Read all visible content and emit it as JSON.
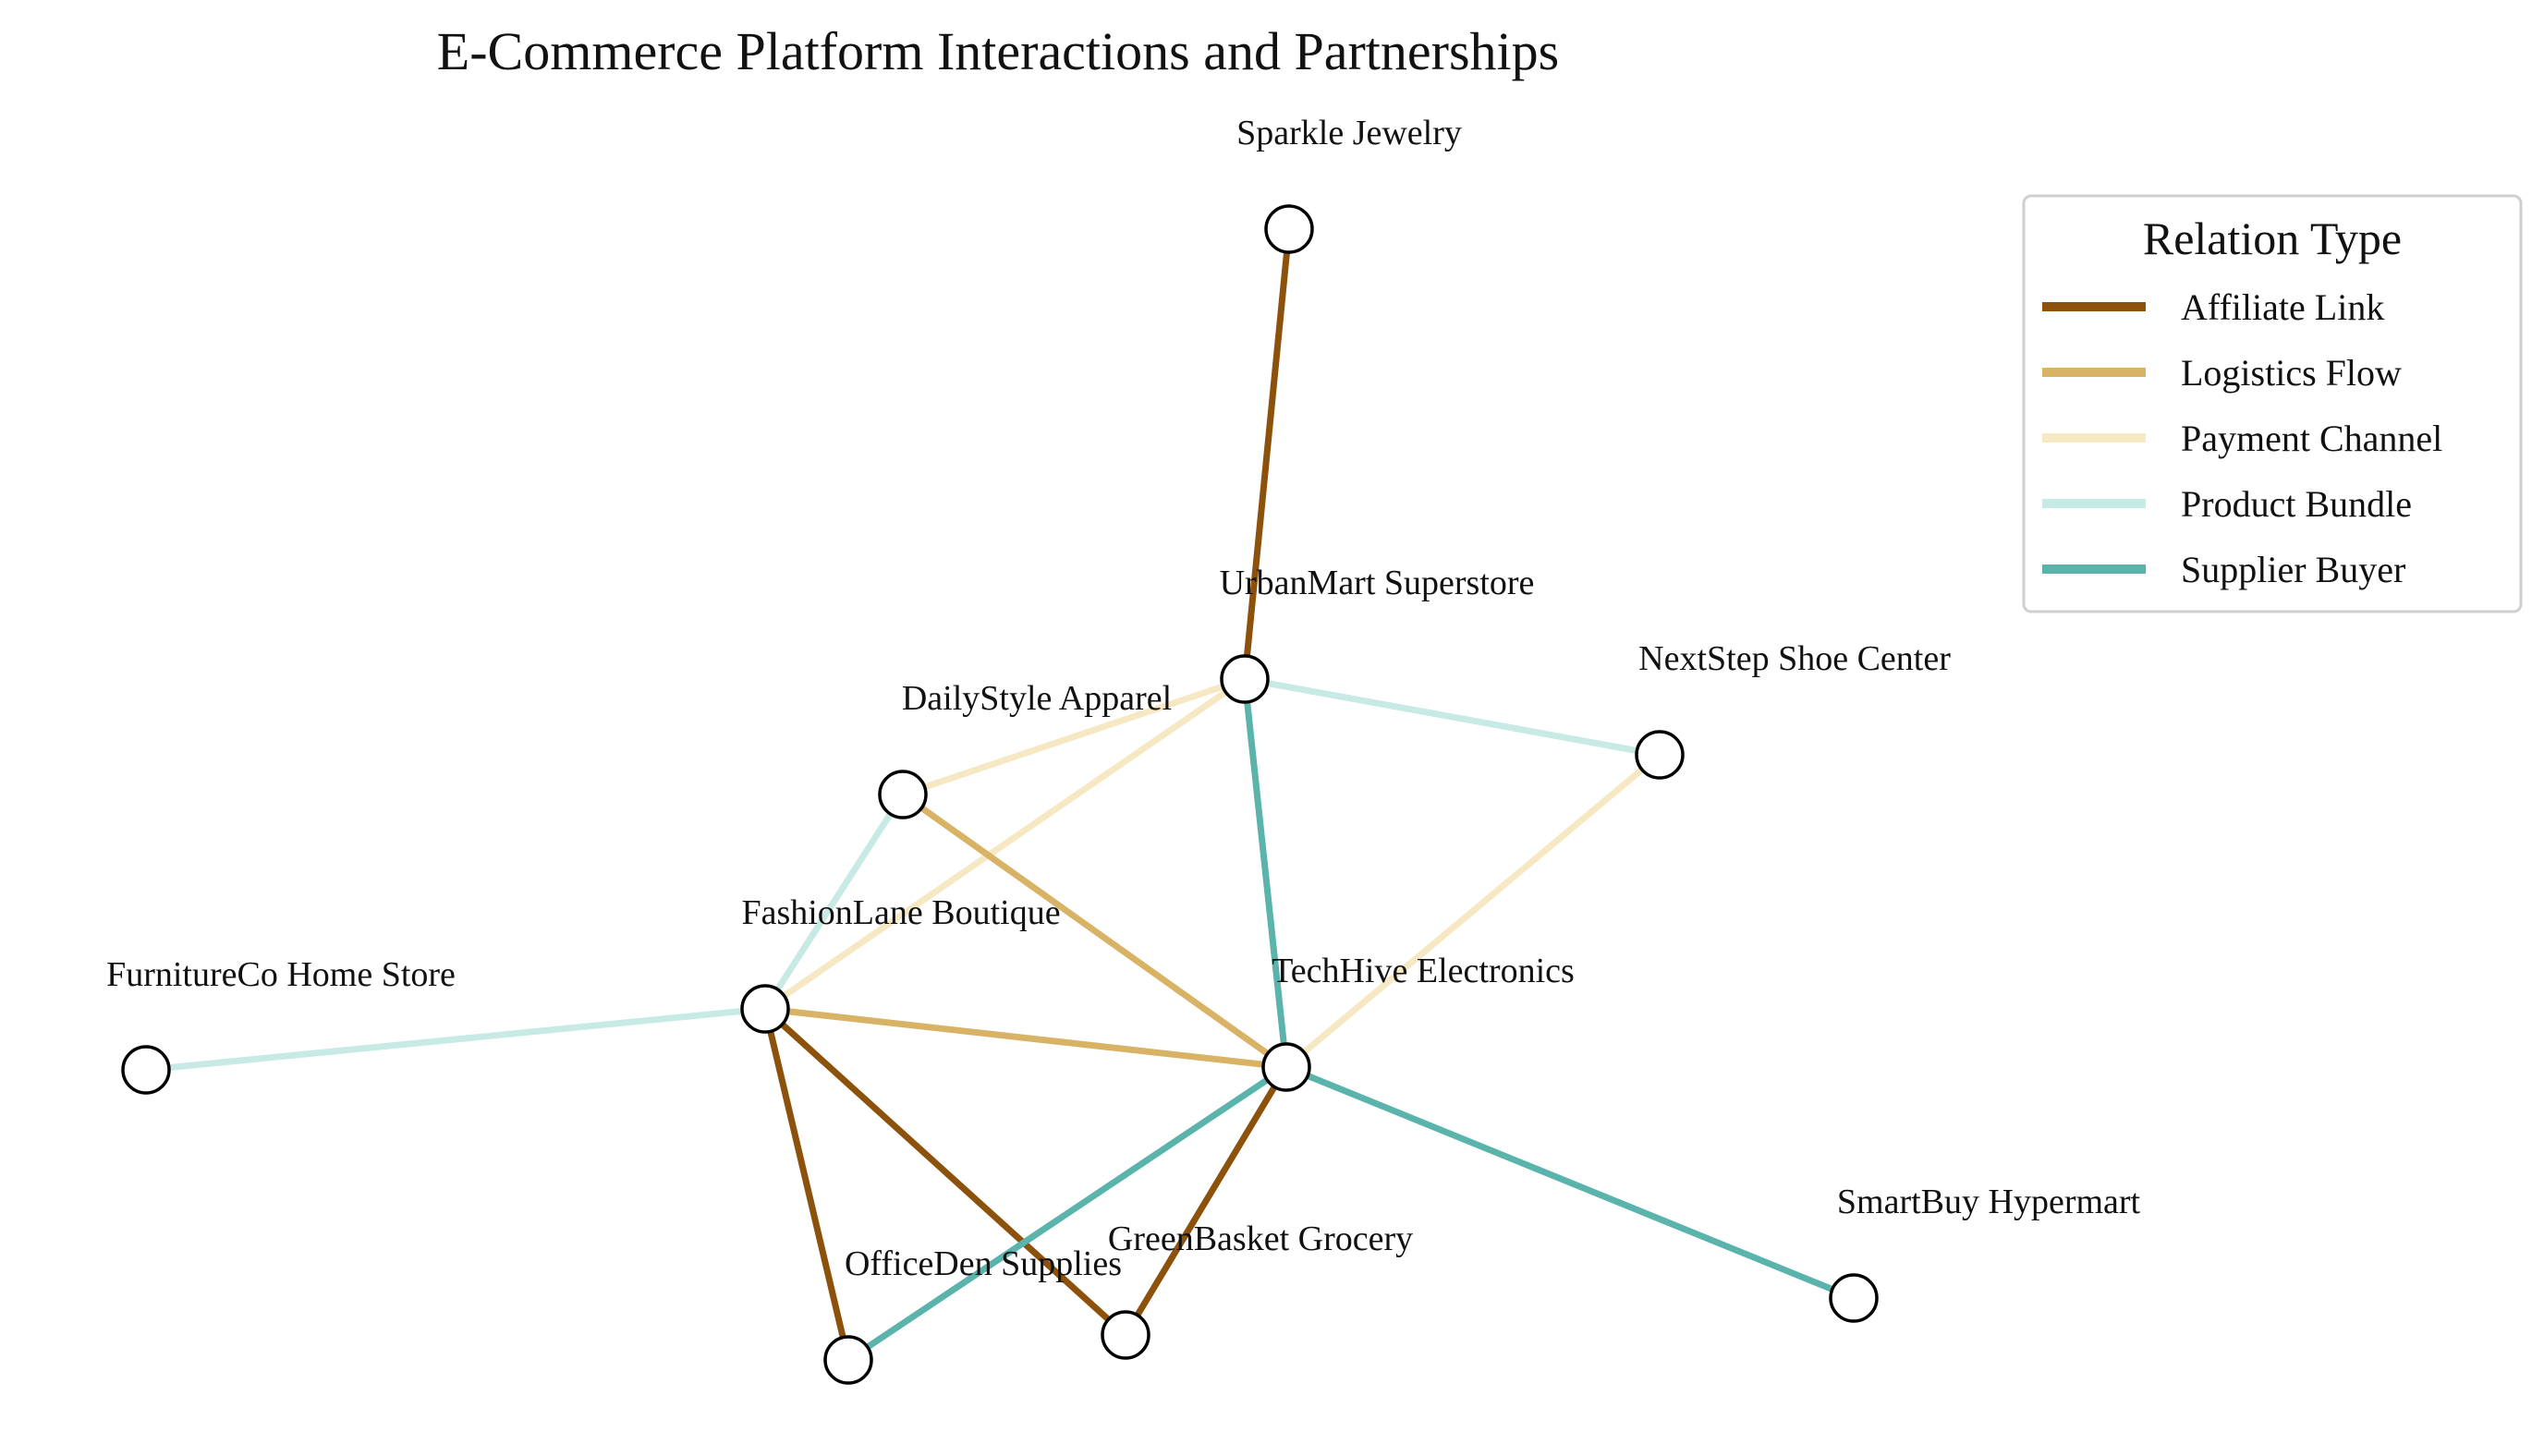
{
  "title": "E-Commerce Platform Interactions and Partnerships",
  "legend": {
    "title": "Relation Type",
    "items": [
      {
        "label": "Affiliate Link",
        "color": "#8c510a"
      },
      {
        "label": "Logistics Flow",
        "color": "#d8b365"
      },
      {
        "label": "Payment Channel",
        "color": "#f6e8c3"
      },
      {
        "label": "Product Bundle",
        "color": "#c7eae5"
      },
      {
        "label": "Supplier Buyer",
        "color": "#5ab4ac"
      }
    ]
  },
  "nodes": [
    {
      "id": "sparkle",
      "label": "Sparkle Jewelry"
    },
    {
      "id": "urbanmart",
      "label": "UrbanMart Superstore"
    },
    {
      "id": "nextstep",
      "label": "NextStep Shoe Center"
    },
    {
      "id": "dailystyle",
      "label": "DailyStyle Apparel"
    },
    {
      "id": "fashionlane",
      "label": "FashionLane Boutique"
    },
    {
      "id": "techhive",
      "label": "TechHive Electronics"
    },
    {
      "id": "furniture",
      "label": "FurnitureCo Home Store"
    },
    {
      "id": "smartbuy",
      "label": "SmartBuy Hypermart"
    },
    {
      "id": "officeden",
      "label": "OfficeDen Supplies"
    },
    {
      "id": "greenbasket",
      "label": "GreenBasket Grocery"
    }
  ],
  "edges": [
    {
      "source": "sparkle",
      "target": "urbanmart",
      "type": "Affiliate Link"
    },
    {
      "source": "urbanmart",
      "target": "nextstep",
      "type": "Product Bundle"
    },
    {
      "source": "urbanmart",
      "target": "dailystyle",
      "type": "Payment Channel"
    },
    {
      "source": "urbanmart",
      "target": "fashionlane",
      "type": "Payment Channel"
    },
    {
      "source": "urbanmart",
      "target": "techhive",
      "type": "Supplier Buyer"
    },
    {
      "source": "nextstep",
      "target": "techhive",
      "type": "Payment Channel"
    },
    {
      "source": "dailystyle",
      "target": "fashionlane",
      "type": "Product Bundle"
    },
    {
      "source": "dailystyle",
      "target": "techhive",
      "type": "Logistics Flow"
    },
    {
      "source": "fashionlane",
      "target": "techhive",
      "type": "Logistics Flow"
    },
    {
      "source": "fashionlane",
      "target": "furniture",
      "type": "Product Bundle"
    },
    {
      "source": "fashionlane",
      "target": "officeden",
      "type": "Affiliate Link"
    },
    {
      "source": "fashionlane",
      "target": "greenbasket",
      "type": "Affiliate Link"
    },
    {
      "source": "techhive",
      "target": "greenbasket",
      "type": "Affiliate Link"
    },
    {
      "source": "techhive",
      "target": "officeden",
      "type": "Supplier Buyer"
    },
    {
      "source": "techhive",
      "target": "smartbuy",
      "type": "Supplier Buyer"
    }
  ]
}
